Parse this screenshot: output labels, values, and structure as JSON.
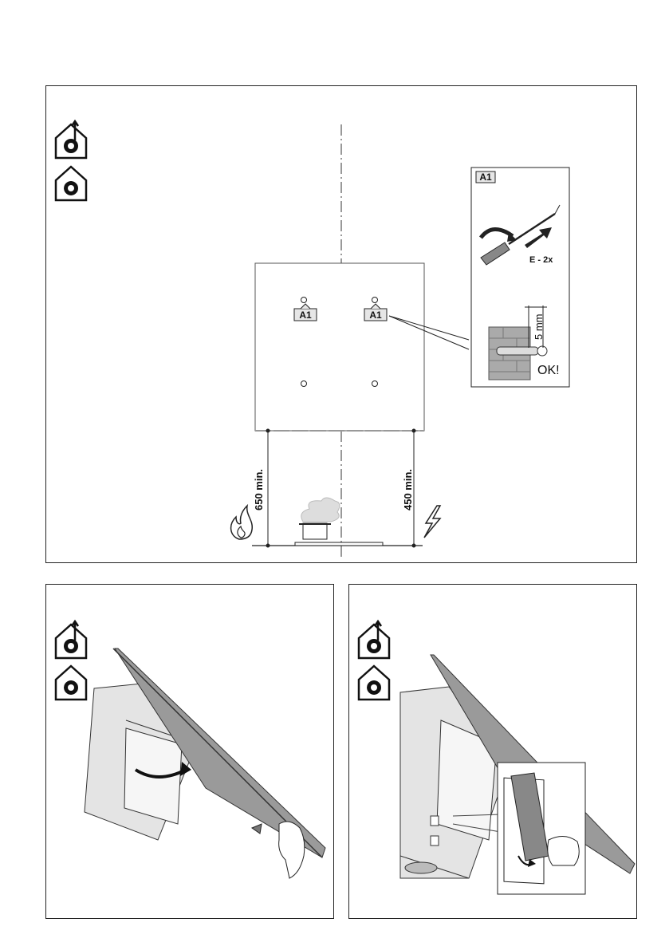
{
  "panel_top": {
    "mount_label_left": "A1",
    "mount_label_right": "A1",
    "dimension_left": "650 min.",
    "dimension_right": "450 min.",
    "icons": [
      "ducted-extraction-icon",
      "recirculation-icon",
      "gas-flame-icon",
      "electric-hob-icon"
    ]
  },
  "detail_box": {
    "label": "A1",
    "instruction": "E - 2x",
    "gap_value": "5 mm",
    "status": "OK!"
  },
  "panel_bottom_left": {
    "icons": [
      "ducted-extraction-icon",
      "recirculation-icon"
    ]
  },
  "panel_bottom_right": {
    "icons": [
      "ducted-extraction-icon",
      "recirculation-icon"
    ]
  },
  "colors": {
    "line": "#1a1a1a",
    "glass": "#9a9a9a",
    "frame": "#e2e2e2",
    "tag_bg": "#e6e6e6"
  }
}
